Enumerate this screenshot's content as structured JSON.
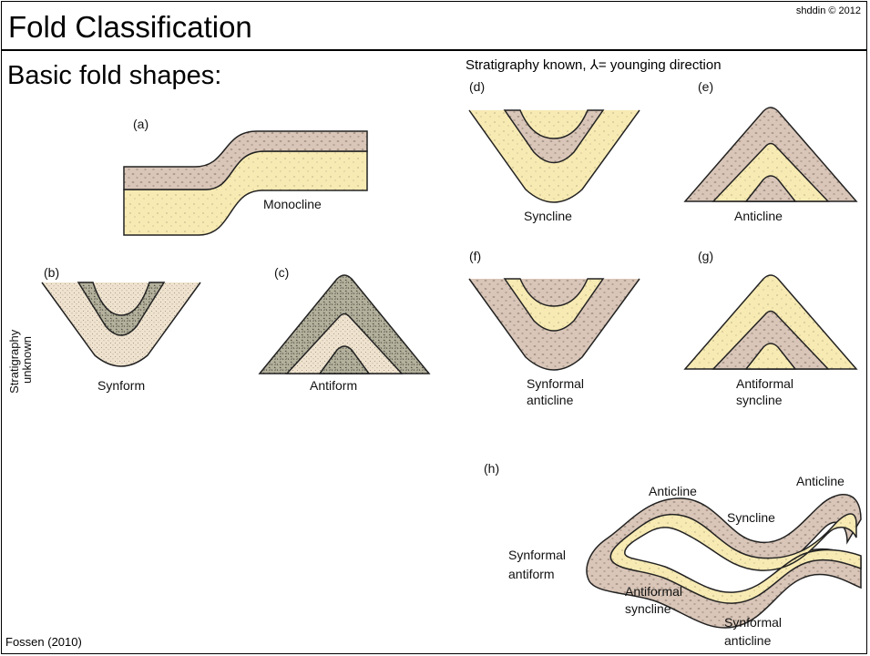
{
  "header": {
    "title": "Fold Classification",
    "copyright": "shddin © 2012"
  },
  "subtitle": "Basic fold shapes:",
  "stratigraphy_known_header": "Stratigraphy known, ⅄= younging direction",
  "stratigraphy_unknown_label": [
    "Stratigraphy",
    "unknown"
  ],
  "credit": "Fossen (2010)",
  "panels": {
    "a": {
      "letter": "(a)",
      "name": "Monocline"
    },
    "b": {
      "letter": "(b)",
      "name": "Synform"
    },
    "c": {
      "letter": "(c)",
      "name": "Antiform"
    },
    "d": {
      "letter": "(d)",
      "name": "Syncline"
    },
    "e": {
      "letter": "(e)",
      "name": "Anticline"
    },
    "f": {
      "letter": "(f)",
      "name_line1": "Synformal",
      "name_line2": "anticline"
    },
    "g": {
      "letter": "(g)",
      "name_line1": "Antiformal",
      "name_line2": "syncline"
    },
    "h": {
      "letter": "(h)",
      "anticline_left": "Anticline",
      "anticline_right": "Anticline",
      "syncline": "Syncline",
      "synformal_antiform_1": "Synformal",
      "synformal_antiform_2": "antiform",
      "antiformal_syncline_1": "Antiformal",
      "antiformal_syncline_2": "syncline",
      "synformal_anticline_1": "Synformal",
      "synformal_anticline_2": "anticline"
    }
  },
  "colors": {
    "pink_layer": "#d9c6b8",
    "yellow_layer": "#f7eab3",
    "dark_stipple": "#b3b09c",
    "light_stipple": "#efe3cf",
    "outline": "#222222"
  }
}
